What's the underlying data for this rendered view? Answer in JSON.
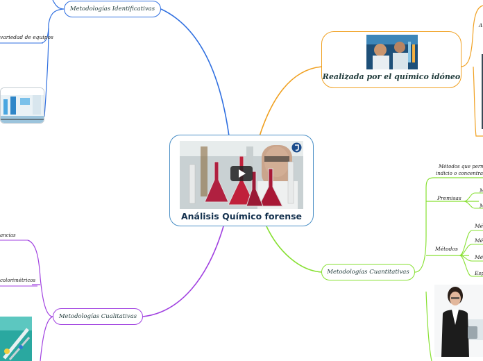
{
  "central": {
    "title": "Análisis Químico forense",
    "video_icon": "play-icon",
    "badge_icon": "channel-badge-icon"
  },
  "branches": {
    "identificativas": {
      "label": "Metodologías Identificativas",
      "color": "#2f6fe0"
    },
    "idoneo": {
      "label": "Realizada por el químico idóneo",
      "color": "#f0a020"
    },
    "cuantitativas": {
      "label": "Metodologías Cuantitativas",
      "color": "#86e030"
    },
    "cualitativas": {
      "label": "Metodologías Cualitativas",
      "color": "#a040e0"
    }
  },
  "left_labels": {
    "variedad": "variedad de equipos",
    "sustancias": "ancias",
    "colorimetricos": "colorimétricos"
  },
  "right_labels": {
    "metodos_permiten_1": "Métodos que permiten",
    "metodos_permiten_2": "indicio o concentració",
    "premisas": "Premisas",
    "premisa_1": "M",
    "premisa_2": "M",
    "metodos": "Métodos",
    "metodo_1": "Mé",
    "metodo_2": "Mé",
    "metodo_3": "Mé",
    "metodo_4": "Esp",
    "top_right": "A"
  }
}
